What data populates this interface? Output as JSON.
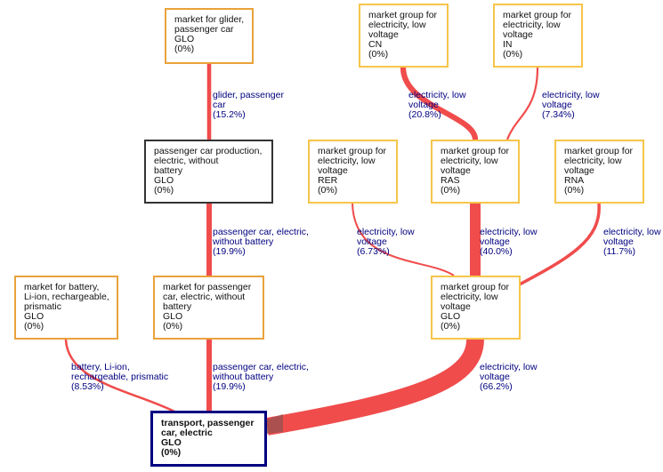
{
  "colors": {
    "flow": "#f04c4c",
    "arrow": "#9b5050",
    "market_border": "#e9a23b",
    "group_border": "#f6c54a",
    "process_border": "#333333",
    "root_border": "#000080",
    "label_text": "#000080"
  },
  "nodes": [
    {
      "id": "glider",
      "kind": "market",
      "name_lines": [
        "market for glider,",
        "passenger car"
      ],
      "location": "GLO",
      "share": "(0%)"
    },
    {
      "id": "cn",
      "kind": "group",
      "name_lines": [
        "market group for",
        "electricity, low",
        "voltage"
      ],
      "location": "CN",
      "share": "(0%)"
    },
    {
      "id": "in",
      "kind": "group",
      "name_lines": [
        "market group for",
        "electricity, low",
        "voltage"
      ],
      "location": "IN",
      "share": "(0%)"
    },
    {
      "id": "carprod",
      "kind": "process",
      "name_lines": [
        "passenger car production,",
        "electric, without",
        "battery"
      ],
      "location": "GLO",
      "share": "(0%)"
    },
    {
      "id": "rer",
      "kind": "group",
      "name_lines": [
        "market group for",
        "electricity, low",
        "voltage"
      ],
      "location": "RER",
      "share": "(0%)"
    },
    {
      "id": "ras",
      "kind": "group",
      "name_lines": [
        "market group for",
        "electricity, low",
        "voltage"
      ],
      "location": "RAS",
      "share": "(0%)"
    },
    {
      "id": "rna",
      "kind": "group",
      "name_lines": [
        "market group for",
        "electricity, low",
        "voltage"
      ],
      "location": "RNA",
      "share": "(0%)"
    },
    {
      "id": "battery",
      "kind": "market",
      "name_lines": [
        "market for battery,",
        "Li-ion, rechargeable,",
        "prismatic"
      ],
      "location": "GLO",
      "share": "(0%)"
    },
    {
      "id": "carmarket",
      "kind": "market",
      "name_lines": [
        "market for passenger",
        "car, electric, without",
        "battery"
      ],
      "location": "GLO",
      "share": "(0%)"
    },
    {
      "id": "glo",
      "kind": "group",
      "name_lines": [
        "market group for",
        "electricity, low",
        "voltage"
      ],
      "location": "GLO",
      "share": "(0%)"
    },
    {
      "id": "transport",
      "kind": "root",
      "name_lines": [
        "transport, passenger",
        "car, electric"
      ],
      "location": "GLO",
      "share": "(0%)"
    }
  ],
  "flows": [
    {
      "id": "glider-to-carprod",
      "from": "glider",
      "to": "carprod",
      "label_lines": [
        "glider, passenger",
        "car"
      ],
      "share": "(15.2%)",
      "value": 15.2
    },
    {
      "id": "cn-to-ras",
      "from": "cn",
      "to": "ras",
      "label_lines": [
        "electricity, low",
        "voltage"
      ],
      "share": "(20.8%)",
      "value": 20.8
    },
    {
      "id": "in-to-ras",
      "from": "in",
      "to": "ras",
      "label_lines": [
        "electricity, low",
        "voltage"
      ],
      "share": "(7.34%)",
      "value": 7.34
    },
    {
      "id": "carprod-to-carmarket",
      "from": "carprod",
      "to": "carmarket",
      "label_lines": [
        "passenger car, electric,",
        "without battery"
      ],
      "share": "(19.9%)",
      "value": 19.9
    },
    {
      "id": "rer-to-glo",
      "from": "rer",
      "to": "glo",
      "label_lines": [
        "electricity, low",
        "voltage"
      ],
      "share": "(6.73%)",
      "value": 6.73
    },
    {
      "id": "ras-to-glo",
      "from": "ras",
      "to": "glo",
      "label_lines": [
        "electricity, low",
        "voltage"
      ],
      "share": "(40.0%)",
      "value": 40.0
    },
    {
      "id": "rna-to-glo",
      "from": "rna",
      "to": "glo",
      "label_lines": [
        "electricity, low",
        "voltage"
      ],
      "share": "(11.7%)",
      "value": 11.7
    },
    {
      "id": "battery-to-transport",
      "from": "battery",
      "to": "transport",
      "label_lines": [
        "battery, Li-ion,",
        "rechargeable, prismatic"
      ],
      "share": "(8.53%)",
      "value": 8.53
    },
    {
      "id": "carmarket-to-transport",
      "from": "carmarket",
      "to": "transport",
      "label_lines": [
        "passenger car, electric,",
        "without battery"
      ],
      "share": "(19.9%)",
      "value": 19.9
    },
    {
      "id": "glo-to-transport",
      "from": "glo",
      "to": "transport",
      "label_lines": [
        "electricity, low",
        "voltage"
      ],
      "share": "(66.2%)",
      "value": 66.2
    }
  ]
}
